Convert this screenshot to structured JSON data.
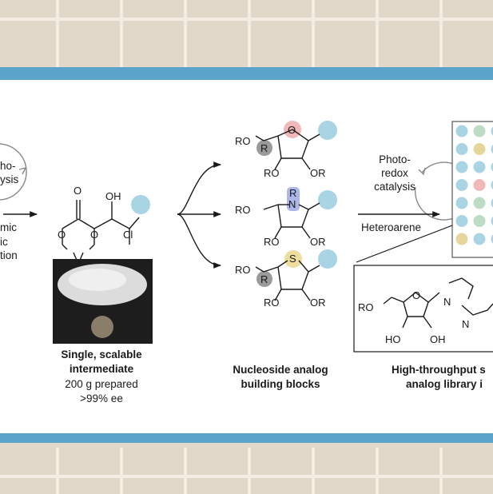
{
  "colors": {
    "band": "#5ba3c8",
    "panel": "#ffffff",
    "tile": "#e2d8ca",
    "grout": "#f3ede3",
    "cyan": "#a9d4e4",
    "pink": "#f0b8b8",
    "blue_n": "#aab7e8",
    "yellow_s": "#eedd9c",
    "gray_r": "#9a9a9a",
    "green": "#bcdcc4",
    "tan": "#e6d69b"
  },
  "step1": {
    "cat_line1": "ho-",
    "cat_line2": "ysis",
    "cond_line1": "mic",
    "cond_line2": "ic",
    "cond_line3": "tion"
  },
  "intermediate": {
    "title_line1": "Single, scalable",
    "title_line2": "intermediate",
    "sub_line1": "200 g prepared",
    "sub_line2": ">99% ee",
    "atoms": {
      "o_ketone": "O",
      "oh": "OH",
      "o_ring1": "O",
      "o_ring2": "O",
      "cl": "Cl"
    }
  },
  "blocks": {
    "title_line1": "Nucleoside analog",
    "title_line2": "building blocks",
    "atoms": {
      "ro": "RO",
      "r": "R",
      "n": "N",
      "s": "S",
      "or": "OR",
      "o": "O"
    }
  },
  "step3": {
    "cat_line1": "Photo-",
    "cat_line2": "redox",
    "cat_line3": "catalysis",
    "reagent": "Heteroarene"
  },
  "library": {
    "title_line1": "High-throughput s",
    "title_line2": "analog library i",
    "atoms": {
      "ro": "RO",
      "o": "O",
      "ho": "HO",
      "oh": "OH",
      "n1": "N",
      "n2": "N"
    },
    "plate": [
      [
        "cyan",
        "green",
        "cyan"
      ],
      [
        "cyan",
        "tan",
        "cyan"
      ],
      [
        "cyan",
        "cyan",
        "cyan"
      ],
      [
        "cyan",
        "pink",
        "cyan"
      ],
      [
        "cyan",
        "green",
        "cyan"
      ],
      [
        "cyan",
        "green",
        "cyan"
      ],
      [
        "tan",
        "cyan",
        "cyan"
      ]
    ]
  }
}
